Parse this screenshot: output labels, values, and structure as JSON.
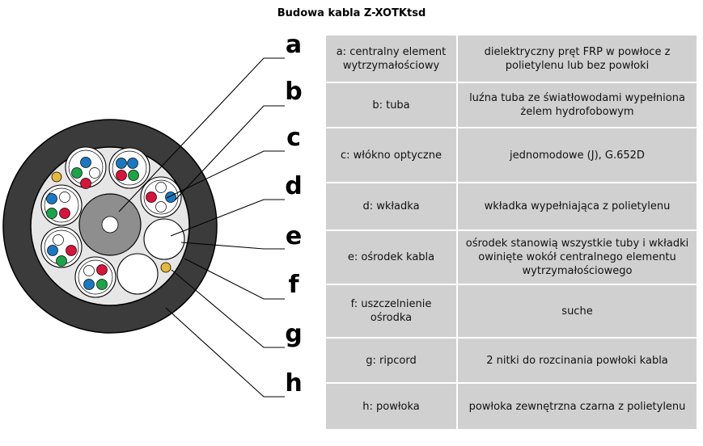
{
  "title": "Budowa kabla Z-XOTKtsd",
  "colors": {
    "sheath": "#3b3b3b",
    "core_fill": "#e6e6e6",
    "strength_member_outer": "#8e8e8e",
    "strength_member_inner": "#ffffff",
    "cell_background": "#d0d0d0",
    "fiber_blue": "#1a78c2",
    "fiber_red": "#d7143c",
    "fiber_green": "#1ba548",
    "fiber_white": "#ffffff",
    "ripcord": "#e6b83a"
  },
  "rows": [
    {
      "letter": "a",
      "label": "a: centralny element wytrzymałościowy",
      "desc": "dielektryczny pręt FRP w powłoce z polietylenu lub bez powłoki"
    },
    {
      "letter": "b",
      "label": "b: tuba",
      "desc": "luźna tuba ze światłowodami wypełniona żelem hydrofobowym"
    },
    {
      "letter": "c",
      "label": "c: włókno optyczne",
      "desc": "jednomodowe (J), G.652D"
    },
    {
      "letter": "d",
      "label": "d: wkładka",
      "desc": "wkładka wypełniająca z polietylenu"
    },
    {
      "letter": "e",
      "label": "e: ośrodek kabla",
      "desc": "ośrodek stanowią wszystkie tuby i wkładki owinięte wokół centralnego elementu wytrzymałościowego"
    },
    {
      "letter": "f",
      "label": "f: uszczelnienie ośrodka",
      "desc": "suche"
    },
    {
      "letter": "g",
      "label": "g: ripcord",
      "desc": "2 nitki do rozcinania powłoki kabla"
    },
    {
      "letter": "h",
      "label": "h: powłoka",
      "desc": "powłoka zewnętrzna czarna z polietylenu"
    }
  ]
}
